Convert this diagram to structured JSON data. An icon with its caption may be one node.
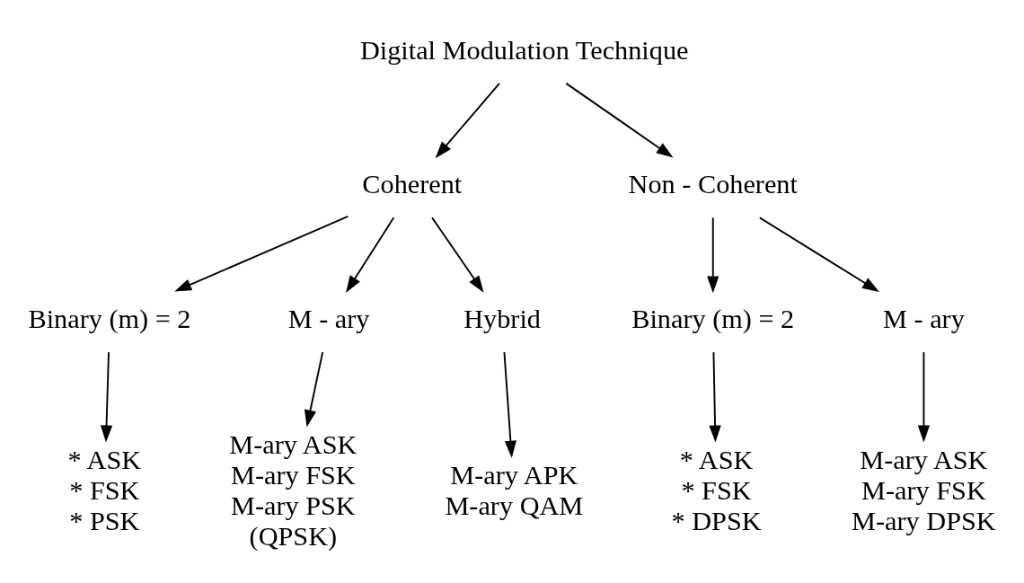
{
  "diagram": {
    "nodes": [
      {
        "text": [
          "Digital Modulation Technique"
        ]
      },
      {
        "text": [
          "Coherent"
        ]
      },
      {
        "text": [
          "Non - Coherent"
        ]
      },
      {
        "text": [
          "Binary (m) = 2"
        ]
      },
      {
        "text": [
          "M - ary"
        ]
      },
      {
        "text": [
          "Hybrid"
        ]
      },
      {
        "text": [
          "Binary (m) = 2"
        ]
      },
      {
        "text": [
          "M - ary"
        ]
      },
      {
        "text": [
          "* ASK",
          "* FSK",
          "* PSK"
        ]
      },
      {
        "text": [
          "M-ary ASK",
          "M-ary FSK",
          "M-ary PSK",
          "(QPSK)"
        ]
      },
      {
        "text": [
          "M-ary APK",
          "M-ary QAM"
        ]
      },
      {
        "text": [
          "* ASK",
          "* FSK",
          "* DPSK"
        ]
      },
      {
        "text": [
          "M-ary ASK",
          "M-ary FSK",
          "M-ary DPSK"
        ]
      }
    ],
    "edges": [
      {
        "from": 0,
        "to": 1,
        "arrow": "to"
      },
      {
        "from": 0,
        "to": 2,
        "arrow": "to"
      },
      {
        "from": 1,
        "to": 3,
        "arrow": "to"
      },
      {
        "from": 1,
        "to": 4,
        "arrow": "to"
      },
      {
        "from": 1,
        "to": 5,
        "arrow": "to"
      },
      {
        "from": 2,
        "to": 6,
        "arrow": "to"
      },
      {
        "from": 2,
        "to": 7,
        "arrow": "to"
      },
      {
        "from": 3,
        "to": 8,
        "arrow": "to"
      },
      {
        "from": 4,
        "to": 9,
        "arrow": "to"
      },
      {
        "from": 5,
        "to": 10,
        "arrow": "to"
      },
      {
        "from": 6,
        "to": 11,
        "arrow": "to"
      },
      {
        "from": 7,
        "to": 12,
        "arrow": "to"
      }
    ]
  }
}
